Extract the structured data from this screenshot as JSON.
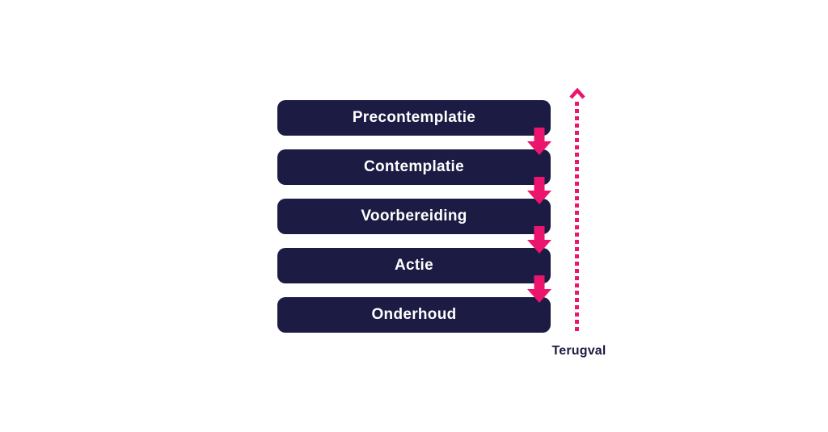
{
  "diagram": {
    "stages": [
      {
        "label": "Precontemplatie"
      },
      {
        "label": "Contemplatie"
      },
      {
        "label": "Voorbereiding"
      },
      {
        "label": "Actie"
      },
      {
        "label": "Onderhoud"
      }
    ],
    "relapse_label": "Terugval",
    "flow_arrows": {
      "count": 4,
      "direction": "down",
      "icon": "arrow-down-icon"
    },
    "relapse_line": {
      "style": "dotted",
      "direction": "up",
      "icon": "arrow-up-icon"
    },
    "colors": {
      "box_navy": "#1B1B43",
      "accent_pink": "#EC156D",
      "box_text": "#FFFFFF",
      "background": "#FFFFFF"
    }
  }
}
